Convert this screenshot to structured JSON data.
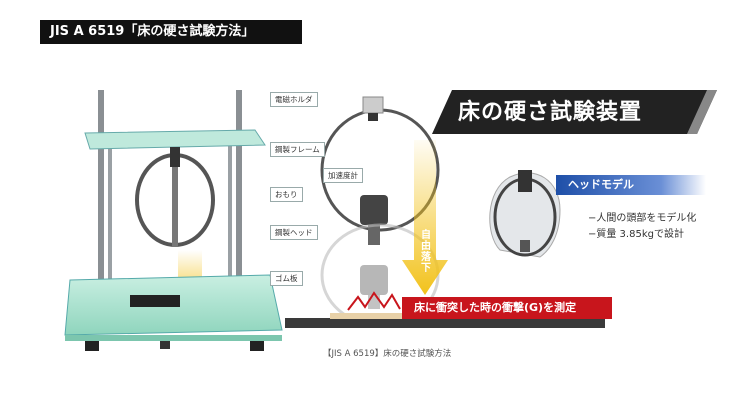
{
  "header": {
    "title": "JIS A 6519「床の硬さ試験方法」"
  },
  "diagram": {
    "callouts": {
      "electromagnet_holder": "電磁ホルダ",
      "steel_frame": "鋼製フレーム",
      "accelerometer": "加速度計",
      "weight": "おもり",
      "steel_head": "鋼製ヘッド",
      "rubber_plate": "ゴム板"
    },
    "free_fall": "自由落下",
    "impact_label": "床に衝突した時の衝撃(G)を測定"
  },
  "banner": {
    "title": "床の硬さ試験装置"
  },
  "head_model": {
    "label": "ヘッドモデル",
    "specs": [
      "−人間の頭部をモデル化",
      "−質量 3.85kgで設計"
    ]
  },
  "caption": "【JIS A 6519】床の硬さ試験方法",
  "colors": {
    "accent_red": "#c8151c",
    "accent_blue": "#1e4fa8",
    "arrow_yellow": "#f2c21b",
    "table_green": "#a9e0cf"
  }
}
